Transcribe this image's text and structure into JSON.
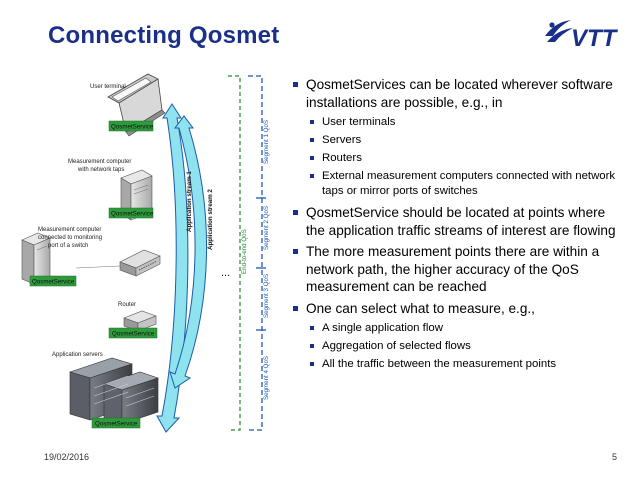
{
  "slide": {
    "title": "Connecting Qosmet",
    "date": "19/02/2016",
    "page_number": "5",
    "logo_text": "VTT",
    "colors": {
      "title": "#1a2f8a",
      "bullet": "#1a2f8a",
      "stream_fill": "#8fe3ee",
      "stream_stroke": "#1e5aa8",
      "segment_line": "#1f56b8",
      "end_to_end_line": "#1d8a2a",
      "qosmetservice_box": "#2e9a3c"
    }
  },
  "diagram": {
    "labels": {
      "user_terminal": "User terminal",
      "measurement_computer_1": "Measurement computer",
      "measurement_computer_2": "with network taps",
      "measurement_monitoring_1": "Measurement computer",
      "measurement_monitoring_2": "connected to monitoring",
      "measurement_monitoring_3": "port of a switch",
      "router": "Router",
      "application_servers": "Application servers"
    },
    "qosmetservice_label": "QosmetService",
    "streams": {
      "stream1": "Application stream 1",
      "stream2": "Application stream 2"
    },
    "ellipsis": "...",
    "end_to_end": "End-to-end QoS",
    "segments": [
      "Segment 1 QoS",
      "Segment 2 QoS",
      "Segment 3 QoS",
      "Segment 4 QoS"
    ]
  },
  "bullets": [
    {
      "text": "QosmetServices can be located wherever software installations are possible, e.g., in",
      "items": [
        "User terminals",
        "Servers",
        "Routers",
        "External measurement computers connected with network taps or mirror ports of switches"
      ]
    },
    {
      "text": "QosmetService should be located at points where the application traffic streams of interest are flowing",
      "items": []
    },
    {
      "text": "The more measurement points there are within a network path, the higher accuracy of the QoS measurement can be reached",
      "items": []
    },
    {
      "text": "One can select what to measure, e.g.,",
      "items": [
        "A single application flow",
        "Aggregation of selected flows",
        "All the traffic between the measurement points"
      ]
    }
  ]
}
